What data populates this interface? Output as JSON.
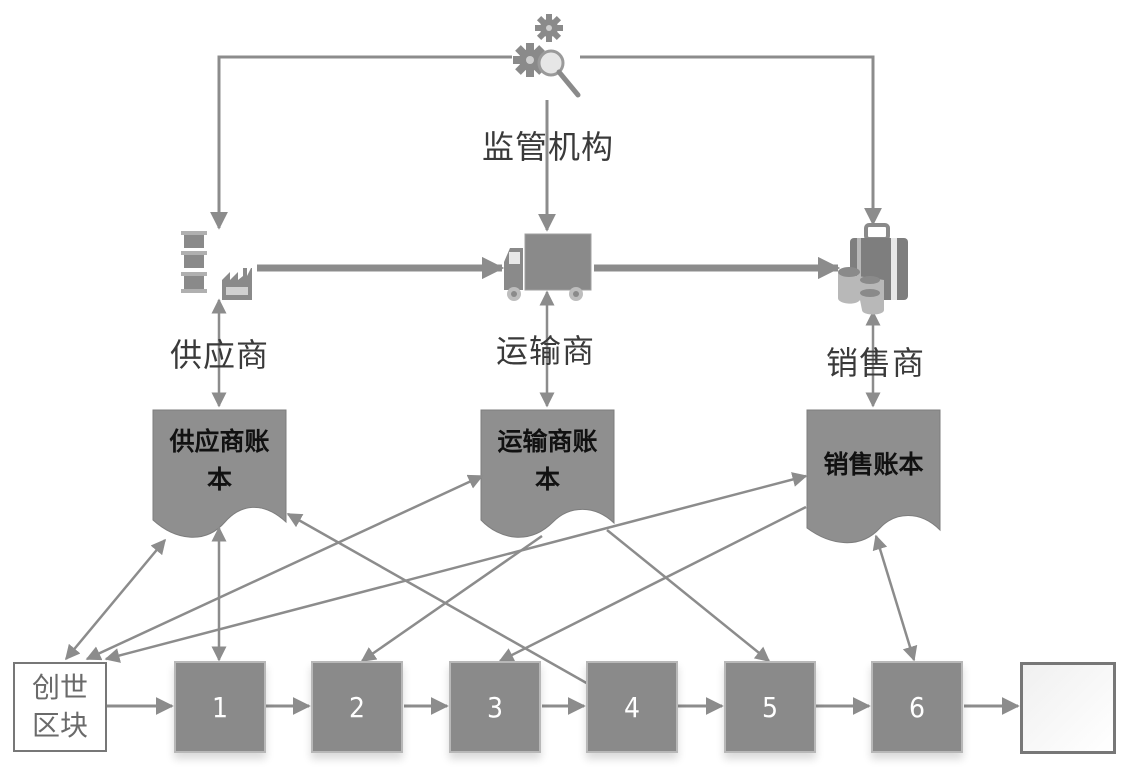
{
  "diagram": {
    "title": "Blockchain supply chain ledger diagram",
    "colors": {
      "line": "#8c8c8c",
      "node_fill": "#8a8a8a",
      "ledger_fill": "#8f8f8f",
      "label_text": "#3a3a3a"
    },
    "regulator": {
      "label": "监管机构",
      "icon": "gears-magnifier-icon"
    },
    "participants": [
      {
        "id": "supplier",
        "label": "供应商",
        "icon": "factory-icon"
      },
      {
        "id": "transporter",
        "label": "运输商",
        "icon": "truck-icon"
      },
      {
        "id": "retailer",
        "label": "销售商",
        "icon": "luggage-icon"
      }
    ],
    "ledgers": [
      {
        "id": "supplier-ledger",
        "line1": "供应商账",
        "line2": "本"
      },
      {
        "id": "transporter-ledger",
        "line1": "运输商账",
        "line2": "本"
      },
      {
        "id": "retailer-ledger",
        "line1": "销售账本",
        "line2": ""
      }
    ],
    "chain": {
      "genesis": {
        "line1": "创世",
        "line2": "区块"
      },
      "blocks": [
        "1",
        "2",
        "3",
        "4",
        "5",
        "6"
      ],
      "next_block": ""
    },
    "edges": [
      {
        "from": "regulator",
        "to": "supplier"
      },
      {
        "from": "regulator",
        "to": "transporter"
      },
      {
        "from": "regulator",
        "to": "retailer"
      },
      {
        "from": "supplier",
        "to": "transporter"
      },
      {
        "from": "transporter",
        "to": "retailer"
      },
      {
        "from": "supplier",
        "to": "supplier-ledger",
        "bidirectional": true
      },
      {
        "from": "transporter",
        "to": "transporter-ledger",
        "bidirectional": true
      },
      {
        "from": "retailer",
        "to": "retailer-ledger",
        "bidirectional": true
      },
      {
        "from": "supplier-ledger",
        "to": "genesis",
        "bidirectional": true
      },
      {
        "from": "transporter-ledger",
        "to": "genesis",
        "bidirectional": true
      },
      {
        "from": "retailer-ledger",
        "to": "genesis",
        "bidirectional": true
      },
      {
        "from": "supplier-ledger",
        "to": "1",
        "bidirectional": true
      },
      {
        "from": "transporter-ledger",
        "to": "2"
      },
      {
        "from": "retailer-ledger",
        "to": "3"
      },
      {
        "from": "4",
        "to": "supplier-ledger"
      },
      {
        "from": "transporter-ledger",
        "to": "5"
      },
      {
        "from": "retailer-ledger",
        "to": "6",
        "bidirectional": true
      }
    ]
  }
}
